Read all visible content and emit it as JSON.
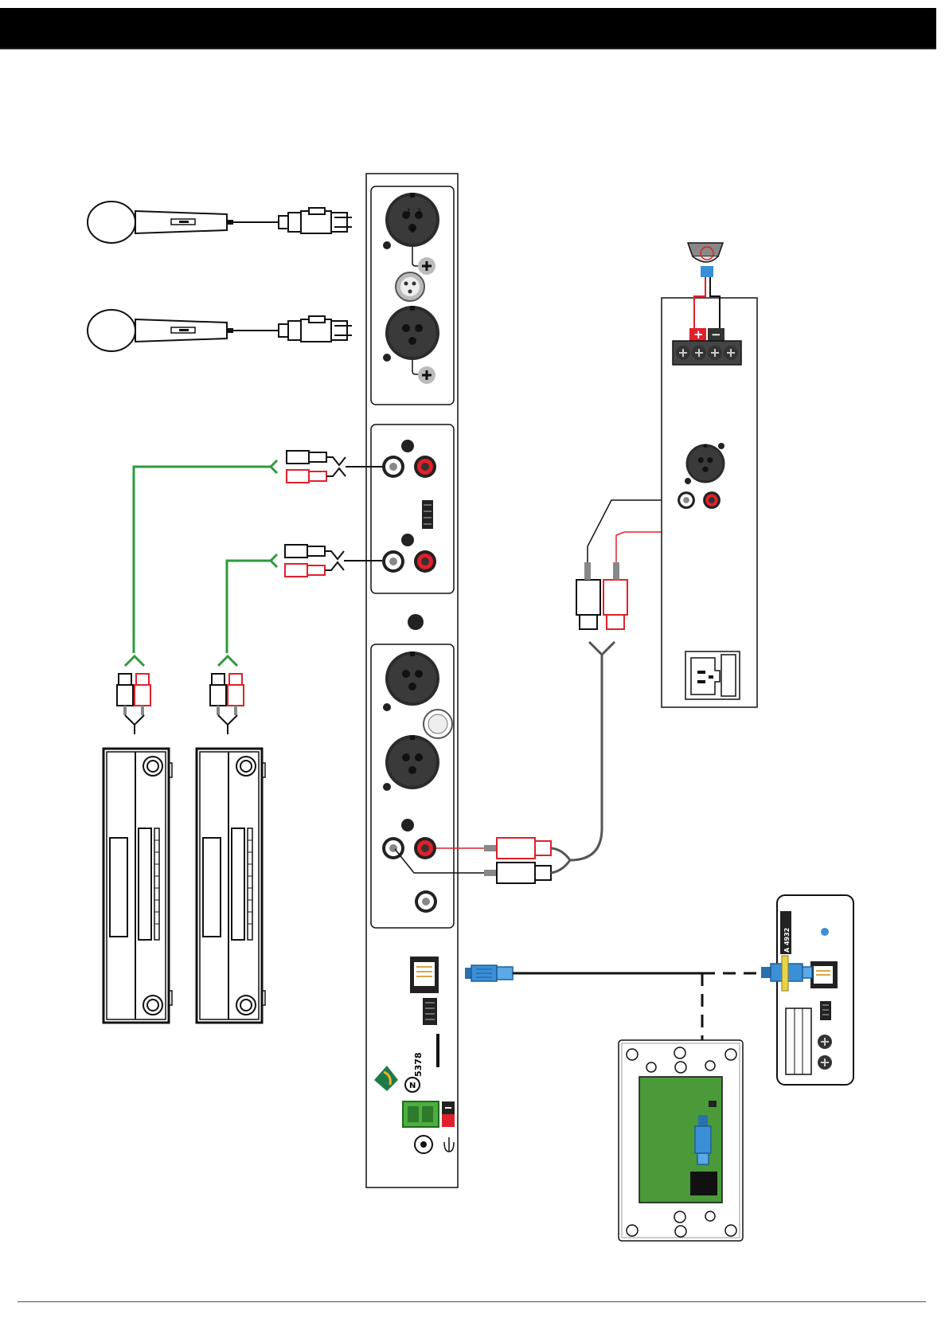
{
  "labels": {
    "pin_1": "1",
    "pin_2": "2",
    "pin_3": "3",
    "terminal_plus": "+",
    "terminal_minus": "−",
    "wallplate_model": "A 4932",
    "approval_number": "5378",
    "compliance_mark": "N"
  },
  "colors": {
    "header": "#000000",
    "green_cable": "#2e9a3c",
    "red_cable": "#e0202a",
    "rj45_plug": "#3b8fd6",
    "pcb_green": "#4a9a3a",
    "terminal_green": "#4cae3c",
    "logo_green": "#1f7a4a",
    "logo_gold": "#e8b52a"
  },
  "icons": {
    "microphone": "microphone-icon",
    "xlr_socket": "xlr-socket-icon",
    "rca_socket": "rca-socket-icon",
    "rj45_port": "rj45-port-icon",
    "speaker": "speaker-icon",
    "iec_inlet": "iec-inlet-icon",
    "ground_symbol": "ground-icon"
  }
}
